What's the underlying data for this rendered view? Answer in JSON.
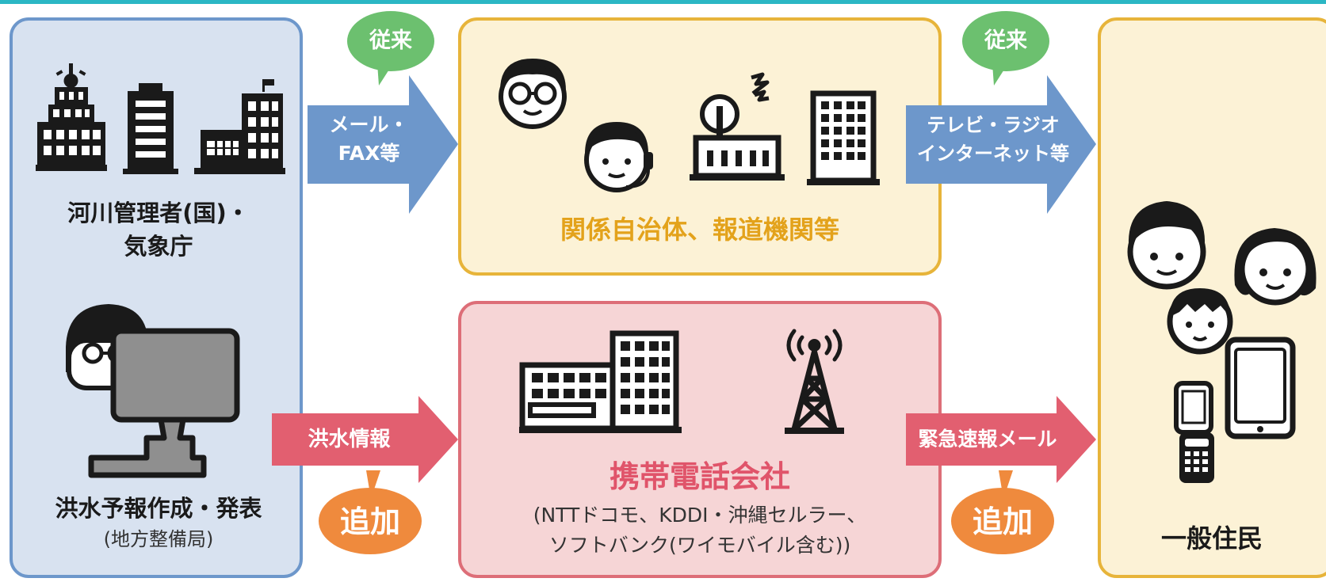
{
  "colors": {
    "blue_border": "#6d97cb",
    "blue_fill": "#d8e2f0",
    "gold_border": "#e7b43a",
    "cream_fill": "#fcf2d6",
    "pink_border": "#dd6e78",
    "pink_fill": "#f6d5d6",
    "arrow_blue": "#6d97cb",
    "arrow_pink": "#e25f70",
    "bubble_green": "#6cc06f",
    "bubble_orange": "#ef8a3d"
  },
  "left_box": {
    "title": "河川管理者(国)・\n気象庁",
    "task_title": "洪水予報作成・発表",
    "task_sub": "(地方整備局)"
  },
  "media_box": {
    "title": "関係自治体、報道機関等"
  },
  "mobile_box": {
    "title": "携帯電話会社",
    "carriers": "(NTTドコモ、KDDI・沖縄セルラー、\nソフトバンク(ワイモバイル含む))"
  },
  "residents_box": {
    "title": "一般住民"
  },
  "arrows": {
    "mail_fax": "メール・\nFAX等",
    "tv_radio": "テレビ・ラジオ\nインターネット等",
    "flood_info": "洪水情報",
    "emergency_mail": "緊急速報メール"
  },
  "bubbles": {
    "conventional_1": "従来",
    "conventional_2": "従来",
    "added_1": "追加",
    "added_2": "追加"
  },
  "icons": [
    "government-building-icon",
    "office-building-icon",
    "factory-building-icon",
    "operator-computer-icon",
    "person-glasses-icon",
    "headset-operator-icon",
    "broadcast-station-icon",
    "office-tower-icon",
    "company-building-icon",
    "cell-tower-icon",
    "family-faces-icon",
    "smartphone-icon",
    "flip-phone-icon"
  ]
}
